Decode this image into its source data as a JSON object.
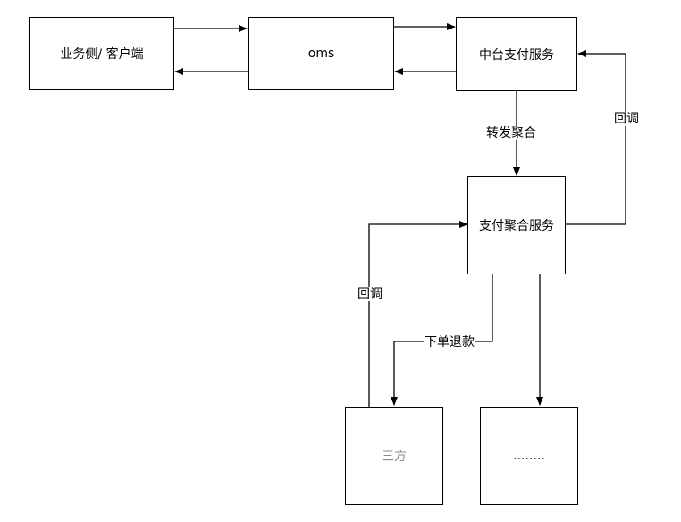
{
  "nodes": {
    "business_client": {
      "label": "业务侧/ 客户端"
    },
    "oms": {
      "label": "oms"
    },
    "payment_center": {
      "label": "中台支付服务"
    },
    "payment_aggregation": {
      "label": "支付聚合服务"
    },
    "third_party": {
      "label": "三方"
    },
    "more": {
      "label": "........"
    }
  },
  "edges": {
    "forward_aggregation": {
      "label": "转发聚合"
    },
    "callback_upper": {
      "label": "回调"
    },
    "callback_lower": {
      "label": "回调"
    },
    "order_refund": {
      "label": "下单退款"
    }
  },
  "colors": {
    "stroke": "#000000",
    "muted_text": "#888888"
  }
}
